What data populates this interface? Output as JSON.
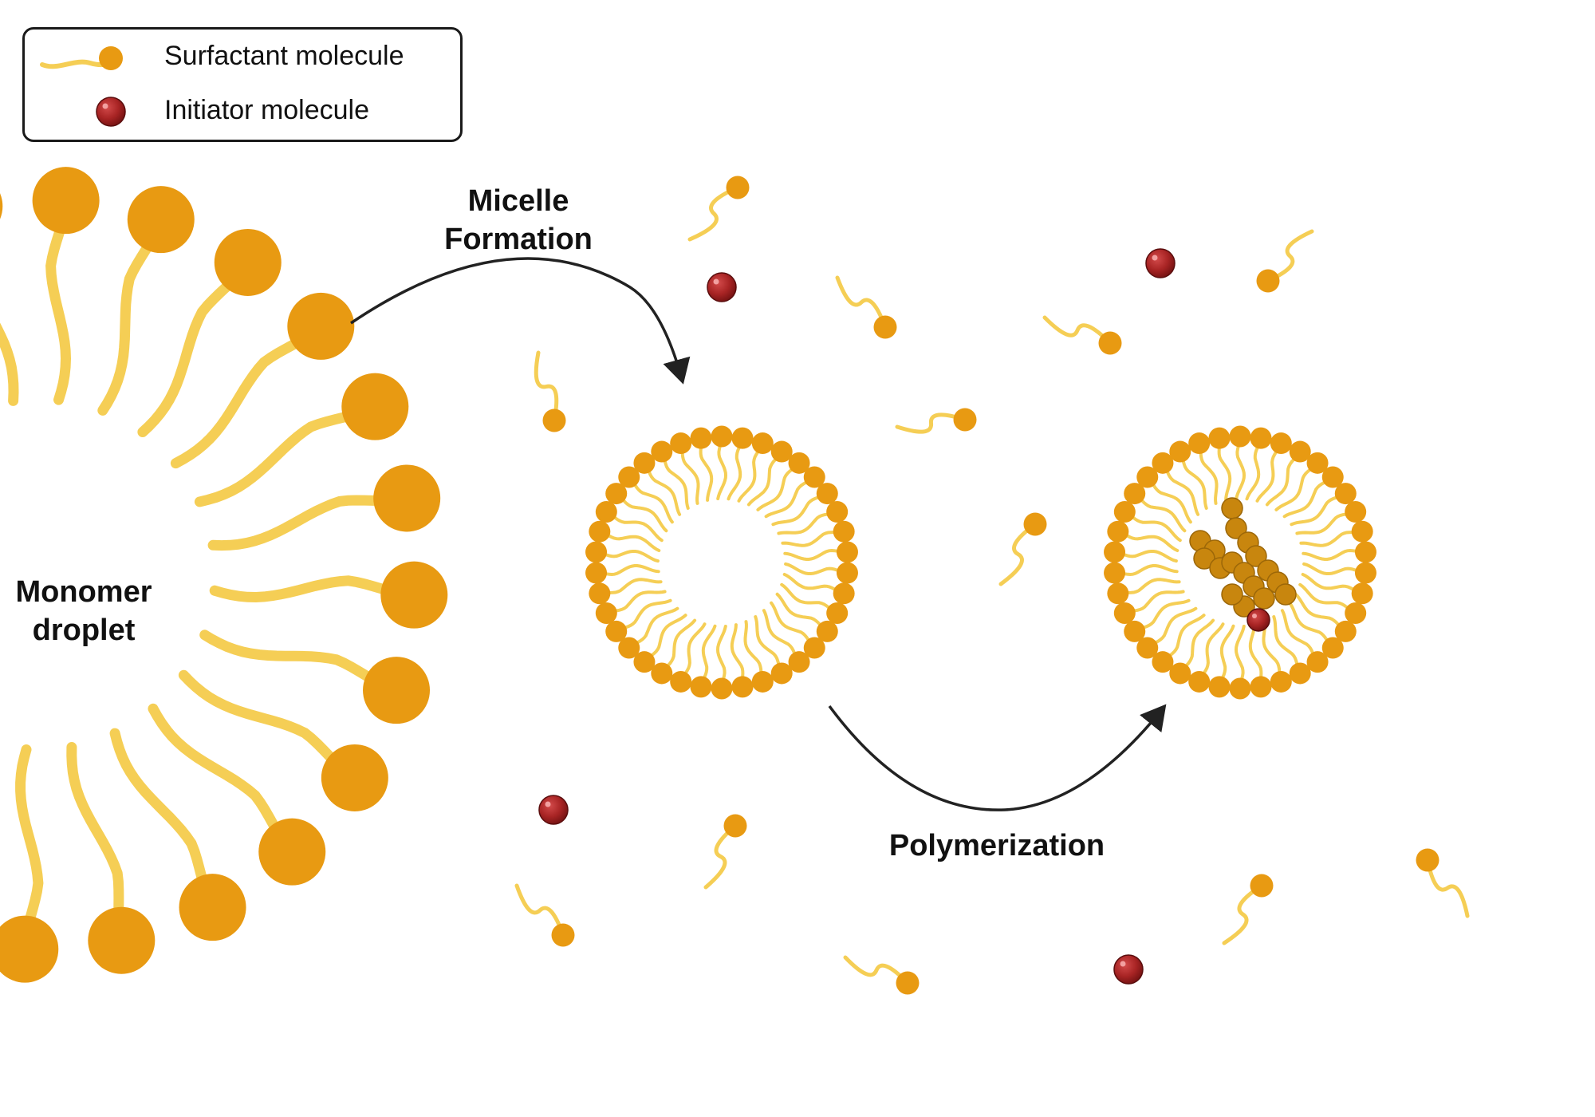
{
  "legend": {
    "surfactant_label": "Surfactant molecule",
    "initiator_label": "Initiator molecule"
  },
  "labels": {
    "droplet_line1": "Monomer",
    "droplet_line2": "droplet",
    "micelle_line1": "Micelle",
    "micelle_line2": "Formation",
    "polymerization": "Polymerization"
  },
  "colors": {
    "surfactant_head": "#E89A12",
    "surfactant_tail": "#F5CE55",
    "initiator": "#B02A2A",
    "polymer_bead": "#C8860E",
    "arrow": "#222222",
    "text": "#111111"
  },
  "icons": {
    "surfactant": "surfactant-molecule-icon",
    "initiator": "initiator-molecule-icon"
  }
}
